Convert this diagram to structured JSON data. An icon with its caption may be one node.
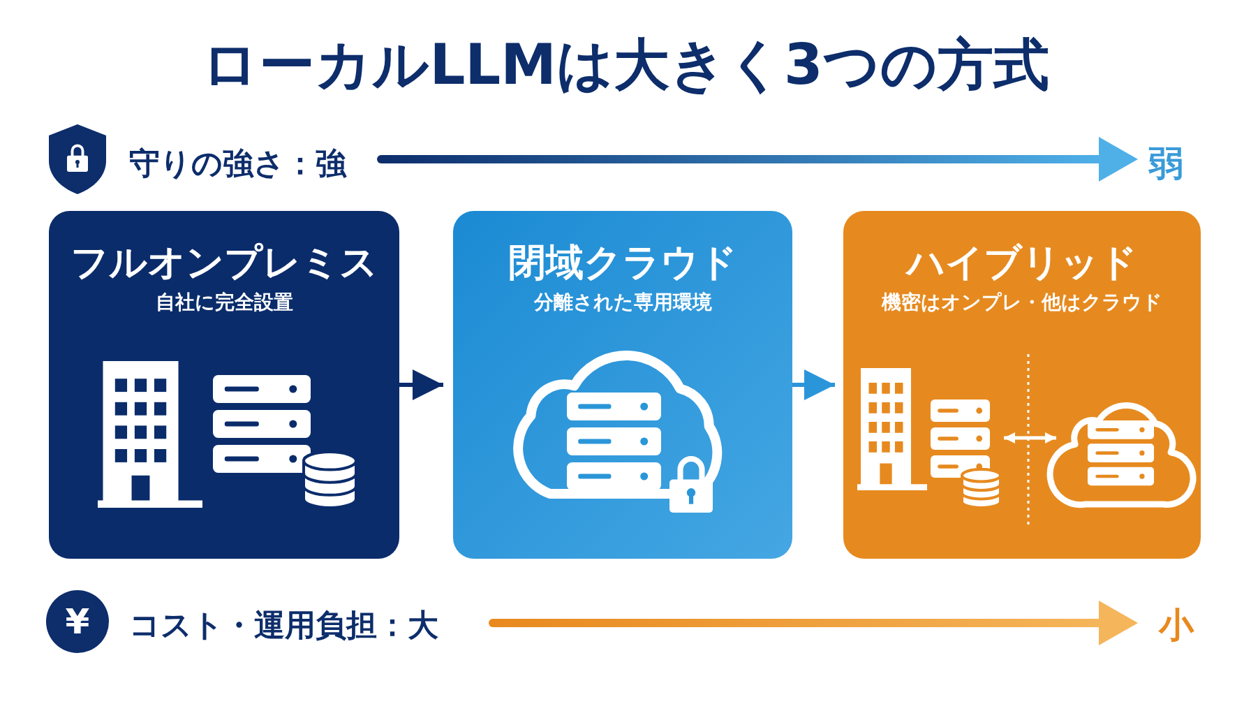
{
  "diagram": {
    "title": "ローカルLLMは大きく3つの方式",
    "nodes": [
      {
        "text": [
          "フルオンプレミス",
          "自社に完全設置"
        ]
      },
      {
        "text": [
          "閉域クラウド",
          "分離された専用環境"
        ]
      },
      {
        "text": [
          "ハイブリッド",
          "機密はオンプレ・他はクラウド"
        ]
      },
      {
        "text": [],
        "shape": "building",
        "in": 2
      },
      {
        "text": [],
        "shape": "cloud",
        "in": 2
      }
    ],
    "edges": [
      {
        "from": 0,
        "to": 1,
        "arrow": "to",
        "color": "#0b2c6b"
      },
      {
        "from": 1,
        "to": 2,
        "arrow": "to",
        "color": "#2b95da"
      },
      {
        "from": 3,
        "to": 4,
        "arrow": "both",
        "color": "#ffffff"
      }
    ],
    "labels": [
      "守りの強さ：強",
      "弱",
      "¥",
      "コスト・運用負担：大",
      "小"
    ]
  }
}
